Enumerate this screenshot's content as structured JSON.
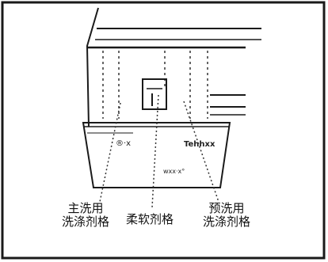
{
  "labels": {
    "main_wash": [
      "主洗用",
      "洗涤剂格"
    ],
    "softener": [
      "柔软剂格"
    ],
    "prewash": [
      "预洗用",
      "洗涤剂格"
    ]
  },
  "tags": {
    "left_mark": "®·x",
    "right_mark": "Tehhxx",
    "logo": "wxx·x°"
  },
  "colors": {
    "line": "#1a1a1a",
    "dotted": "#333333"
  }
}
